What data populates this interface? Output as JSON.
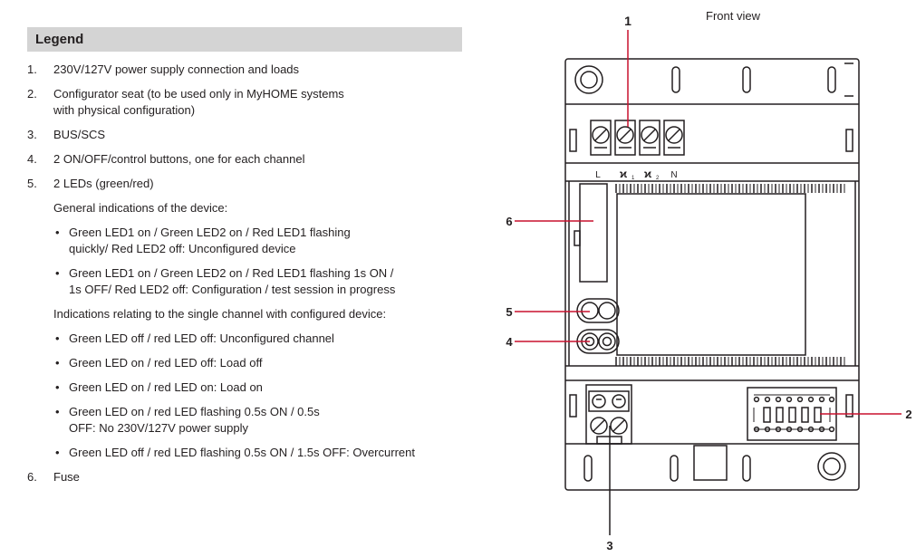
{
  "legend": {
    "title": "Legend",
    "items": [
      {
        "num": "1.",
        "text": "230V/127V power supply connection and loads"
      },
      {
        "num": "2.",
        "text": "Configurator seat (to be used only in MyHOME systems with physical configuration)"
      },
      {
        "num": "3.",
        "text": "BUS/SCS"
      },
      {
        "num": "4.",
        "text": "2 ON/OFF/control buttons, one for each channel"
      },
      {
        "num": "5.",
        "text": "2 LEDs (green/red)"
      },
      {
        "num": "6.",
        "text": "Fuse"
      }
    ],
    "general_heading": "General indications of the device:",
    "general_bullets": [
      "Green LED1 on / Green LED2 on / Red LED1 flashing quickly/ Red LED2 off: Unconfigured device",
      "Green LED1 on / Green LED2 on / Red LED1 flashing 1s ON / 1s OFF/ Red LED2 off: Configuration / test session in progress"
    ],
    "channel_heading": "Indications relating to the single channel with configured device:",
    "channel_bullets": [
      "Green LED off / red LED off: Unconfigured channel",
      "Green LED on / red LED off: Load off",
      "Green LED on / red LED on: Load on",
      "Green LED on / red LED flashing 0.5s ON / 0.5s OFF: No 230V/127V power supply",
      "Green LED off / red LED flashing 0.5s ON / 1.5s OFF: Overcurrent"
    ],
    "bullet_glyph": "•"
  },
  "diagram": {
    "title": "Front view",
    "callouts": {
      "c1": "1",
      "c2": "2",
      "c3": "3",
      "c4": "4",
      "c5": "5",
      "c6": "6"
    },
    "terminal_labels": {
      "l": "L",
      "load1": "1",
      "load2": "2",
      "n": "N"
    },
    "colors": {
      "callout_line": "#c8102e",
      "drawing": "#231f20"
    },
    "icons": {
      "load": "fan-load-icon"
    }
  }
}
